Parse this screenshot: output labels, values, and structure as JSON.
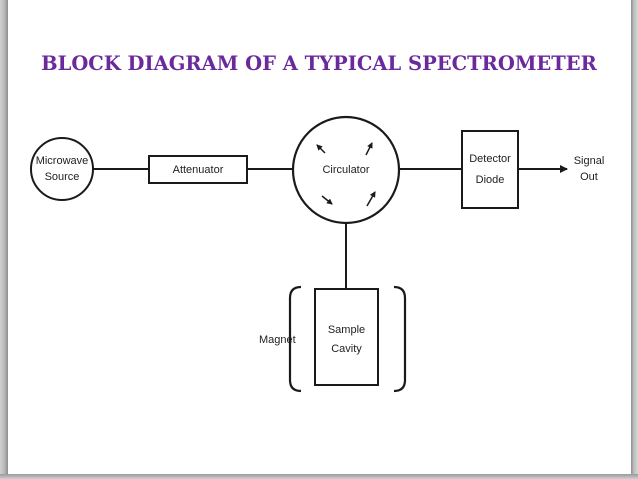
{
  "title": "BLOCK DIAGRAM OF A TYPICAL SPECTROMETER",
  "diagram": {
    "microwave_source": {
      "line1": "Microwave",
      "line2": "Source"
    },
    "attenuator": {
      "label": "Attenuator"
    },
    "circulator": {
      "label": "Circulator"
    },
    "detector_diode": {
      "line1": "Detector",
      "line2": "Diode"
    },
    "signal_out": {
      "line1": "Signal",
      "line2": "Out"
    },
    "magnet": {
      "label": "Magnet"
    },
    "sample_cavity": {
      "line1": "Sample",
      "line2": "Cavity"
    }
  },
  "colors": {
    "title": "#6a2a9c",
    "lines": "#1a1a1a"
  }
}
